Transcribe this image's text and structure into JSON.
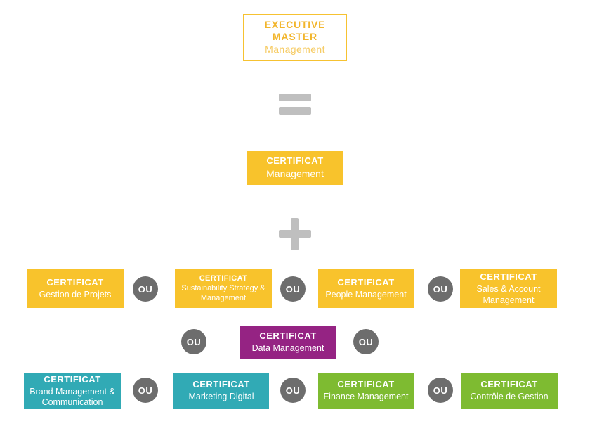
{
  "colors": {
    "yellow": "#F8C32C",
    "purple": "#952383",
    "teal": "#31AAB5",
    "green": "#7EBB31",
    "ou_circle": "#6D6D6D",
    "operator_gray": "#BFBFBF",
    "frame_border": "#F6C231"
  },
  "top_box": {
    "line1": "EXECUTIVE",
    "line2": "MASTER",
    "line3": "Management"
  },
  "operators": {
    "equals": "=",
    "plus": "+",
    "ou": "OU"
  },
  "management_cert": {
    "title": "CERTIFICAT",
    "subtitle": "Management"
  },
  "row1": {
    "certs": [
      {
        "title": "CERTIFICAT",
        "subtitle": "Gestion de Projets"
      },
      {
        "title": "CERTIFICAT",
        "subtitle": "Sustainability Strategy & Management"
      },
      {
        "title": "CERTIFICAT",
        "subtitle": "People Management"
      },
      {
        "title": "CERTIFICAT",
        "subtitle": "Sales & Account Management"
      }
    ]
  },
  "row2": {
    "cert": {
      "title": "CERTIFICAT",
      "subtitle": "Data Management"
    }
  },
  "row3": {
    "certs": [
      {
        "title": "CERTIFICAT",
        "subtitle": "Brand Management & Communication"
      },
      {
        "title": "CERTIFICAT",
        "subtitle": "Marketing Digital"
      },
      {
        "title": "CERTIFICAT",
        "subtitle": "Finance Management"
      },
      {
        "title": "CERTIFICAT",
        "subtitle": "Contrôle de Gestion"
      }
    ]
  }
}
